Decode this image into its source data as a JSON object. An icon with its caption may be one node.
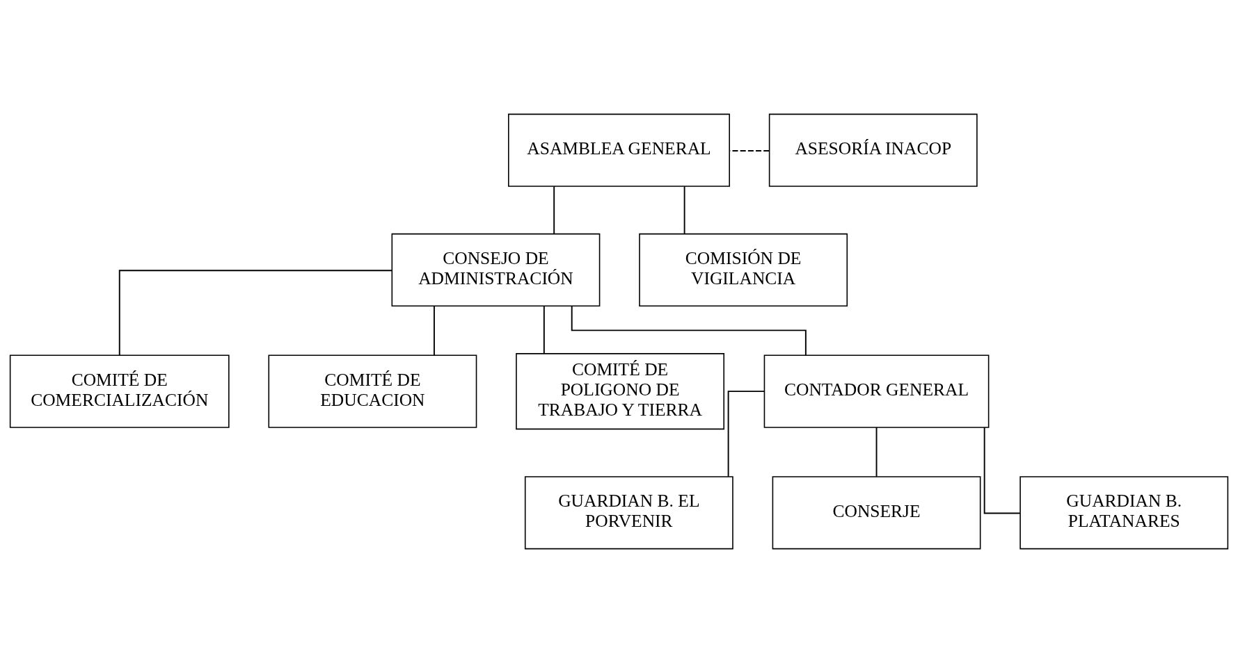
{
  "diagram": {
    "nodes": [
      {
        "text": [
          "ASAMBLEA GENERAL"
        ]
      },
      {
        "text": [
          "ASESORÍA INACOP"
        ]
      },
      {
        "text": [
          "CONSEJO DE ADMINISTRACIÓN"
        ]
      },
      {
        "text": [
          "COMISIÓN DE VIGILANCIA"
        ]
      },
      {
        "text": [
          "COMITÉ DE COMERCIALIZACIÓN"
        ]
      },
      {
        "text": [
          "COMITÉ DE EDUCACION"
        ]
      },
      {
        "text": [
          "COMITÉ DE POLIGONO DE TRABAJO Y TIERRA"
        ]
      },
      {
        "text": [
          "CONTADOR GENERAL"
        ]
      },
      {
        "text": [
          "GUARDIAN B. EL PORVENIR"
        ]
      },
      {
        "text": [
          "CONSERJE"
        ]
      },
      {
        "text": [
          "GUARDIAN B. PLATANARES"
        ]
      }
    ],
    "edges": [
      {
        "from": 0,
        "to": 2,
        "arrow": "none"
      },
      {
        "from": 0,
        "to": 3,
        "arrow": "none"
      },
      {
        "from": 1,
        "to": 0,
        "arrow": "none",
        "style": "dashed"
      },
      {
        "from": 2,
        "to": 4,
        "arrow": "none"
      },
      {
        "from": 2,
        "to": 5,
        "arrow": "none"
      },
      {
        "from": 2,
        "to": 6,
        "arrow": "none"
      },
      {
        "from": 2,
        "to": 7,
        "arrow": "none"
      },
      {
        "from": 7,
        "to": 8,
        "arrow": "none"
      },
      {
        "from": 7,
        "to": 9,
        "arrow": "none"
      },
      {
        "from": 7,
        "to": 10,
        "arrow": "none"
      }
    ]
  }
}
